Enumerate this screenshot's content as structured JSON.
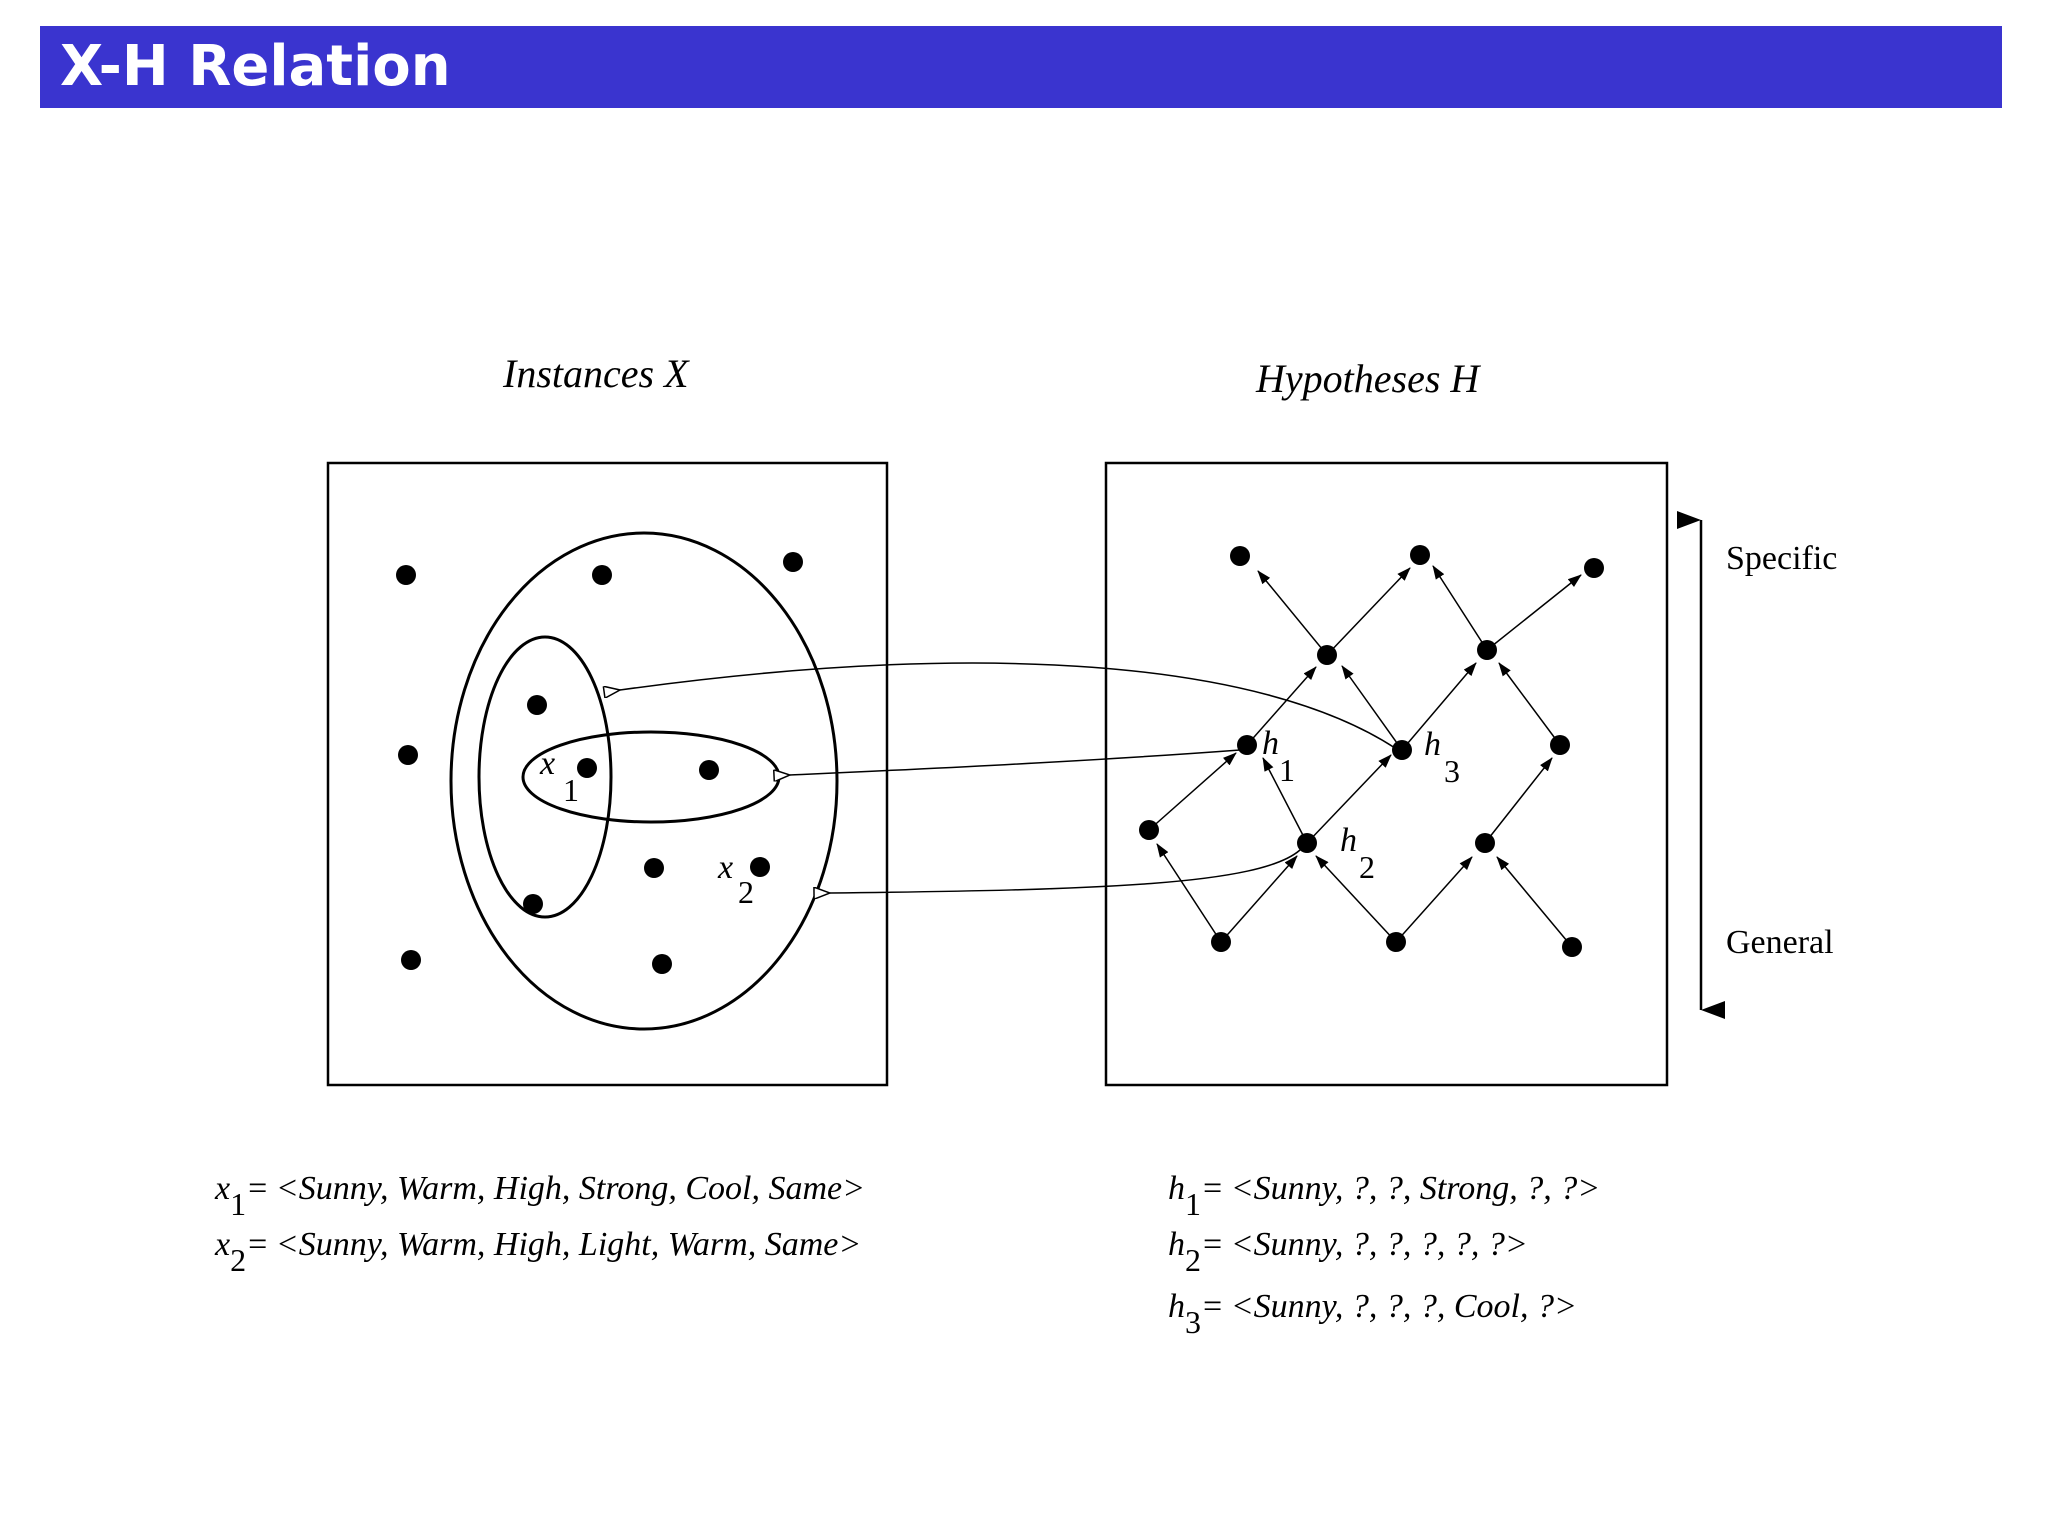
{
  "slide": {
    "title": "X-H Relation",
    "title_bar_color": "#3a34cf"
  },
  "diagram": {
    "instances_title": "Instances X",
    "hypotheses_title": "Hypotheses H",
    "axis_top_label": "Specific",
    "axis_bottom_label": "General",
    "point_labels": {
      "x1_var": "x",
      "x1_sub": "1",
      "x2_var": "x",
      "x2_sub": "2",
      "h1_var": "h",
      "h1_sub": "1",
      "h2_var": "h",
      "h2_sub": "2",
      "h3_var": "h",
      "h3_sub": "3"
    }
  },
  "definitions": {
    "instances": [
      {
        "var": "x",
        "sub": "1",
        "eq": "= ",
        "value": "<Sunny, Warm, High, Strong, Cool, Same>"
      },
      {
        "var": "x",
        "sub": "2",
        "eq": "= ",
        "value": "<Sunny, Warm, High, Light, Warm, Same>"
      }
    ],
    "hypotheses": [
      {
        "var": "h",
        "sub": "1",
        "eq": "= ",
        "value": "<Sunny, ?, ?, Strong, ?, ?>"
      },
      {
        "var": "h",
        "sub": "2",
        "eq": "= ",
        "value": "<Sunny, ?, ?, ?, ?, ?>"
      },
      {
        "var": "h",
        "sub": "3",
        "eq": "= ",
        "value": "<Sunny, ?, ?, ?, Cool, ?>"
      }
    ]
  }
}
